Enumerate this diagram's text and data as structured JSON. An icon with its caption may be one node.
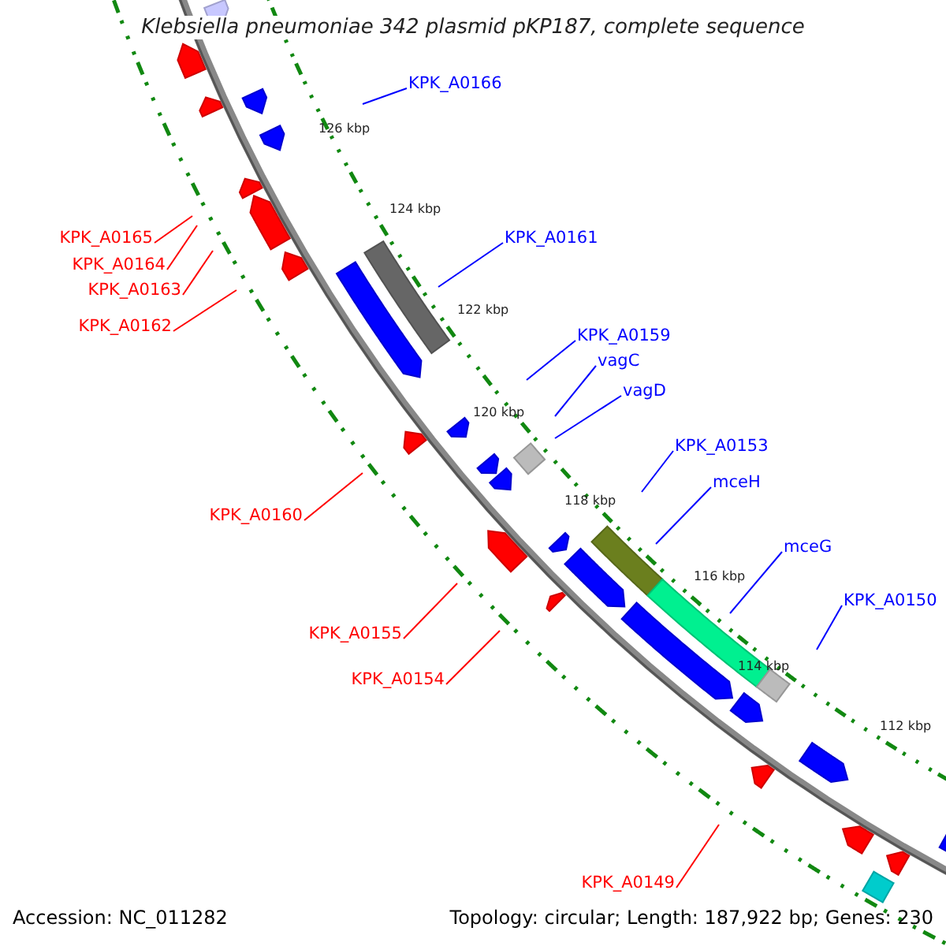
{
  "diagram": {
    "title": "Klebsiella pneumoniae 342 plasmid pKP187, complete sequence",
    "nodes": [
      {
        "text": [
          "KPK_A0166"
        ]
      },
      {
        "text": [
          "KPK_A0165"
        ]
      },
      {
        "text": [
          "KPK_A0164"
        ]
      },
      {
        "text": [
          "KPK_A0163"
        ]
      },
      {
        "text": [
          "KPK_A0162"
        ]
      },
      {
        "text": [
          "KPK_A0161"
        ]
      },
      {
        "text": [
          "KPK_A0159"
        ]
      },
      {
        "text": [
          "vagC"
        ]
      },
      {
        "text": [
          "vagD"
        ]
      },
      {
        "text": [
          "KPK_A0160"
        ]
      },
      {
        "text": [
          "KPK_A0153"
        ]
      },
      {
        "text": [
          "mceH"
        ]
      },
      {
        "text": [
          "mceG"
        ]
      },
      {
        "text": [
          "KPK_A0150"
        ]
      },
      {
        "text": [
          "KPK_A0155"
        ]
      },
      {
        "text": [
          "KPK_A0154"
        ]
      },
      {
        "text": [
          "KPK_A0149"
        ]
      }
    ],
    "edges": [
      {
        "from": 0,
        "to": null,
        "arrow": "none"
      },
      {
        "from": 1,
        "to": null,
        "arrow": "none",
        "color": "#ff0000"
      },
      {
        "from": 2,
        "to": null,
        "arrow": "none",
        "color": "#ff0000"
      },
      {
        "from": 3,
        "to": null,
        "arrow": "none",
        "color": "#ff0000"
      },
      {
        "from": 4,
        "to": null,
        "arrow": "none",
        "color": "#ff0000"
      },
      {
        "from": 5,
        "to": null,
        "arrow": "none"
      },
      {
        "from": 6,
        "to": null,
        "arrow": "none"
      },
      {
        "from": 7,
        "to": null,
        "arrow": "none"
      },
      {
        "from": 8,
        "to": null,
        "arrow": "none"
      },
      {
        "from": 9,
        "to": null,
        "arrow": "none",
        "color": "#ff0000"
      },
      {
        "from": 10,
        "to": null,
        "arrow": "none"
      },
      {
        "from": 11,
        "to": null,
        "arrow": "none"
      },
      {
        "from": 12,
        "to": null,
        "arrow": "none"
      },
      {
        "from": 13,
        "to": null,
        "arrow": "none"
      },
      {
        "from": 14,
        "to": null,
        "arrow": "none",
        "color": "#ff0000"
      },
      {
        "from": 15,
        "to": null,
        "arrow": "none",
        "color": "#ff0000"
      },
      {
        "from": 16,
        "to": null,
        "arrow": "none",
        "color": "#ff0000"
      }
    ],
    "labels": [
      "126 kbp",
      "124 kbp",
      "122 kbp",
      "120 kbp",
      "118 kbp",
      "116 kbp",
      "114 kbp",
      "112 kbp",
      "Accession: NC_011282",
      "Topology: circular; Length: 187,922 bp; Genes: 230"
    ]
  }
}
